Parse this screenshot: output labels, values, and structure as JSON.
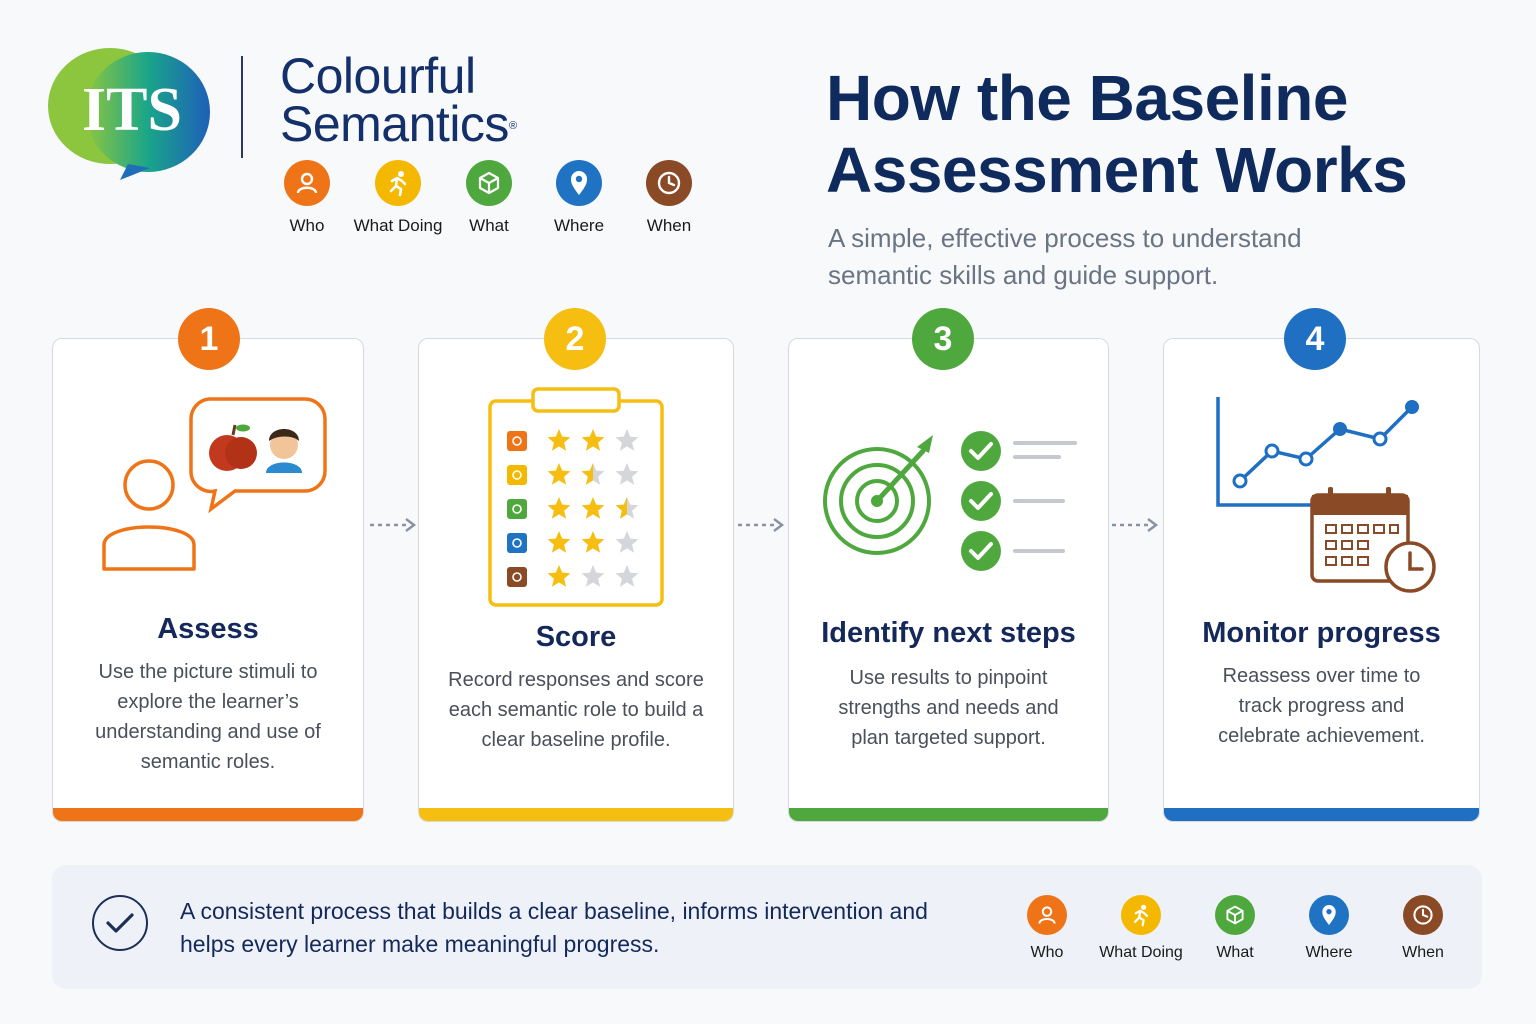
{
  "logo": {
    "text": "ITS"
  },
  "brand": {
    "line1": "Colourful",
    "line2": "Semantics",
    "mark": "®"
  },
  "roles": [
    {
      "label": "Who",
      "icon": "person-icon",
      "color": "#ef7418"
    },
    {
      "label": "What Doing",
      "icon": "running-person-icon",
      "color": "#f5b800"
    },
    {
      "label": "What",
      "icon": "cube-icon",
      "color": "#4fa83d"
    },
    {
      "label": "Where",
      "icon": "location-pin-icon",
      "color": "#1f73c2"
    },
    {
      "label": "When",
      "icon": "clock-icon",
      "color": "#8a4a26"
    }
  ],
  "header": {
    "title_line1": "How the Baseline",
    "title_line2": "Assessment Works",
    "subtitle": "A simple, effective process to understand semantic skills and guide support."
  },
  "steps": [
    {
      "number": "1",
      "title": "Assess",
      "description": "Use the picture stimuli to explore the learner’s understanding and use of semantic roles.",
      "color": "#ef7418",
      "illustration": "person-speech-bubble-icon"
    },
    {
      "number": "2",
      "title": "Score",
      "description": "Record responses and score each semantic role to build a clear baseline profile.",
      "color": "#f5be10",
      "illustration": "star-rating-clipboard-icon",
      "ratings": [
        2,
        1.5,
        2.5,
        2,
        1
      ]
    },
    {
      "number": "3",
      "title": "Identify next steps",
      "description": "Use results to pinpoint strengths and needs and plan targeted support.",
      "color": "#4fa83d",
      "illustration": "target-checklist-icon"
    },
    {
      "number": "4",
      "title": "Monitor progress",
      "description": "Reassess over time to track progress and celebrate achievement.",
      "color": "#1f6fc2",
      "illustration": "line-chart-calendar-icon"
    }
  ],
  "footer": {
    "text": "A consistent process that builds a clear baseline, informs intervention and helps every learner make meaningful progress.",
    "icon": "check-circle-icon"
  }
}
